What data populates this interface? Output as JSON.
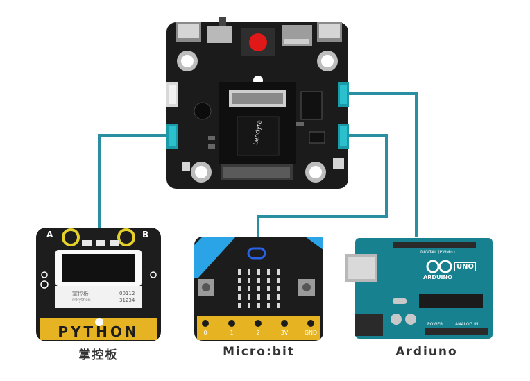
{
  "colors": {
    "wire": "#2a8fa0",
    "board": "#1a1a1a",
    "teal_port": "#1b9aa8",
    "arduino": "#17818f",
    "microbit_accent": "#2aa4e6"
  },
  "main_board": {
    "chip_text": "Lendyra"
  },
  "handpy": {
    "label": "掌控板",
    "btn_a": "A",
    "btn_b": "B",
    "card_brand": "掌控板",
    "card_sub": "mPython",
    "card_code1": "00112",
    "card_code2": "31234",
    "pin_text": "PYTHON"
  },
  "microbit": {
    "label": "Micro:bit",
    "pins": [
      "0",
      "1",
      "2",
      "3V",
      "GND"
    ]
  },
  "arduino": {
    "label": "Ardiuno",
    "logo_text": "ARDUINO",
    "uno_text": "UNO",
    "digital_text": "DIGITAL (PWM~)",
    "power_text": "POWER",
    "analog_text": "ANALOG IN"
  }
}
